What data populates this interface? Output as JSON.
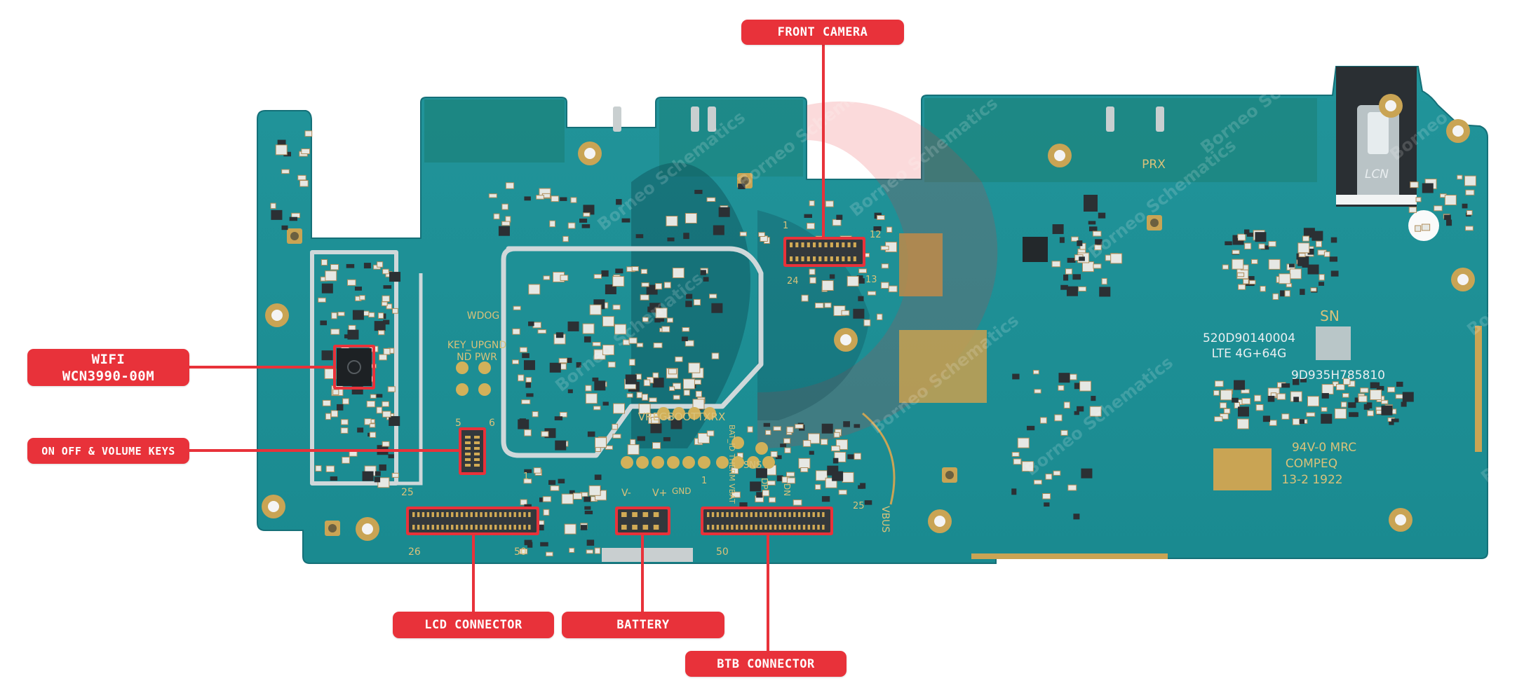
{
  "labels": {
    "front_camera": "FRONT CAMERA",
    "wifi_line1": "WIFI",
    "wifi_line2": "WCN3990-00M",
    "keys": "ON OFF & VOLUME KEYS",
    "lcd": "LCD CONNECTOR",
    "battery": "BATTERY",
    "btb": "BTB CONNECTOR"
  },
  "colors": {
    "label_red": "#e8323a",
    "board_teal": "#1d8e94",
    "board_dark": "#17747a",
    "copper": "#c89a4e",
    "gold_silkscreen": "#d9c27a"
  },
  "board": {
    "silkscreen": [
      "SN",
      "520D90140004",
      "LTE 4G+64G",
      "9D935H785810",
      "94V-0 MRC",
      "COMPEQ",
      "13-2 1922",
      "PRX",
      "LCN",
      "WDOG",
      "KEY_UPGND",
      "ND PWR",
      "VREGBOOTTXRX",
      "BAT_ID THERM VBAT",
      "GND",
      "SNS",
      "DP",
      "DN",
      "V-",
      "V+",
      "VBUS",
      "25",
      "26",
      "50",
      "50",
      "5",
      "6",
      "1",
      "1",
      "12",
      "13",
      "24",
      "25",
      "1"
    ],
    "watermark": "Borneo Schematics"
  }
}
